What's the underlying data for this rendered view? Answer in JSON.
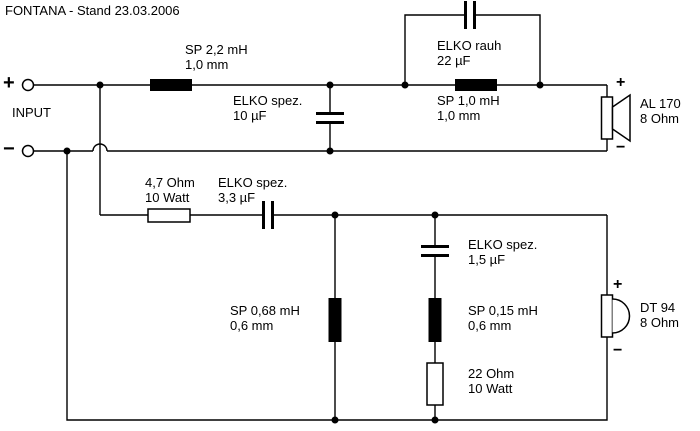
{
  "title": "FONTANA - Stand 23.03.2006",
  "colors": {
    "wire": "#000000",
    "background": "#ffffff",
    "component_fill": "#000000"
  },
  "input": {
    "label": "INPUT",
    "plus": "+",
    "minus": "−"
  },
  "components": {
    "inductor_l1": {
      "name": "SP 2,2 mH",
      "spec": "1,0 mm"
    },
    "capacitor_c1": {
      "name": "ELKO spez.",
      "spec": "10 µF"
    },
    "capacitor_c2": {
      "name": "ELKO rauh",
      "spec": "22 µF"
    },
    "inductor_l2": {
      "name": "SP 1,0 mH",
      "spec": "1,0 mm"
    },
    "resistor_r1": {
      "name": "4,7 Ohm",
      "spec": "10 Watt"
    },
    "capacitor_c3": {
      "name": "ELKO spez.",
      "spec": "3,3 µF"
    },
    "inductor_l3": {
      "name": "SP 0,68 mH",
      "spec": "0,6 mm"
    },
    "capacitor_c4": {
      "name": "ELKO spez.",
      "spec": "1,5 µF"
    },
    "inductor_l4": {
      "name": "SP 0,15 mH",
      "spec": "0,6 mm"
    },
    "resistor_r2": {
      "name": "22 Ohm",
      "spec": "10 Watt"
    }
  },
  "drivers": {
    "woofer": {
      "model": "AL 170",
      "impedance": "8 Ohm",
      "plus": "+",
      "minus": "−"
    },
    "tweeter": {
      "model": "DT 94",
      "impedance": "8 Ohm",
      "plus": "+",
      "minus": "−"
    }
  }
}
